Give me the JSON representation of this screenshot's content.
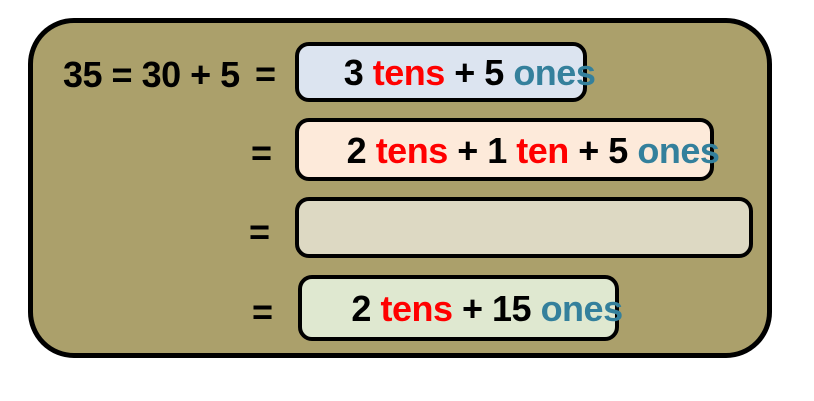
{
  "page": {
    "background": "#ffffff"
  },
  "board": {
    "background": "#aba06b",
    "border_color": "#000000"
  },
  "colors": {
    "number_text": "#000000",
    "tens_text": "#ff0000",
    "ones_text": "#34809c",
    "box_border": "#000000"
  },
  "equation": {
    "lhs": "35 = 30 + 5"
  },
  "rows": [
    {
      "equals_sign": "=",
      "box_background": "#dce4f0",
      "segments": [
        {
          "text": "3 ",
          "color": "#000000"
        },
        {
          "text": "tens",
          "color": "#ff0000"
        },
        {
          "text": " + 5 ",
          "color": "#000000"
        },
        {
          "text": "ones",
          "color": "#34809c"
        }
      ]
    },
    {
      "equals_sign": "=",
      "box_background": "#fdeada",
      "segments": [
        {
          "text": "2 ",
          "color": "#000000"
        },
        {
          "text": "tens",
          "color": "#ff0000"
        },
        {
          "text": " + 1 ",
          "color": "#000000"
        },
        {
          "text": "ten",
          "color": "#ff0000"
        },
        {
          "text": " + 5 ",
          "color": "#000000"
        },
        {
          "text": "ones",
          "color": "#34809c"
        }
      ]
    },
    {
      "equals_sign": "=",
      "box_background": "#ddd9c3",
      "segments": []
    },
    {
      "equals_sign": "=",
      "box_background": "#dfe8d0",
      "segments": [
        {
          "text": "2 ",
          "color": "#000000"
        },
        {
          "text": "tens",
          "color": "#ff0000"
        },
        {
          "text": " + 15 ",
          "color": "#000000"
        },
        {
          "text": "ones",
          "color": "#34809c"
        }
      ]
    }
  ]
}
